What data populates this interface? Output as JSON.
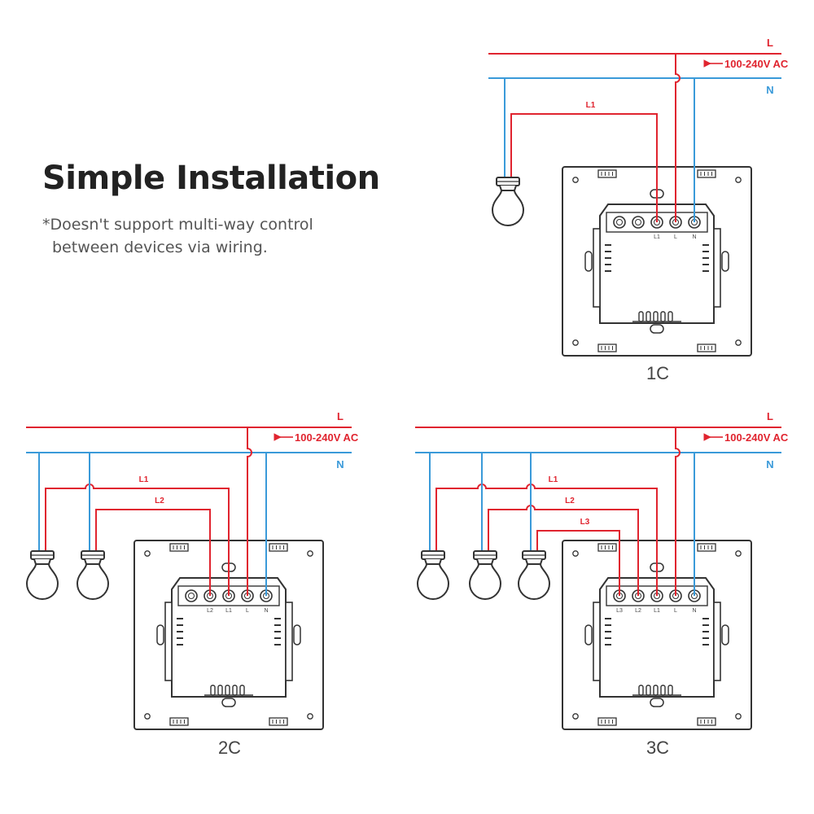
{
  "title": "Simple Installation",
  "note": {
    "line1": "*Doesn't support multi-way control",
    "line2": "between devices via wiring."
  },
  "colors": {
    "live": "#e0242f",
    "neutral": "#3a9ad9",
    "outline": "#333333",
    "text": "#222222"
  },
  "labels": {
    "live": "L",
    "neutral": "N",
    "voltage": "100-240V AC"
  },
  "diagrams": [
    {
      "id": "1c",
      "caption": "1C",
      "gangs": 1,
      "loads": [
        "L1"
      ],
      "terminals": [
        "L1",
        "L",
        "N"
      ]
    },
    {
      "id": "2c",
      "caption": "2C",
      "gangs": 2,
      "loads": [
        "L1",
        "L2"
      ],
      "terminals": [
        "L2",
        "L1",
        "L",
        "N"
      ]
    },
    {
      "id": "3c",
      "caption": "3C",
      "gangs": 3,
      "loads": [
        "L1",
        "L2",
        "L3"
      ],
      "terminals": [
        "L3",
        "L2",
        "L1",
        "L",
        "N"
      ]
    }
  ]
}
